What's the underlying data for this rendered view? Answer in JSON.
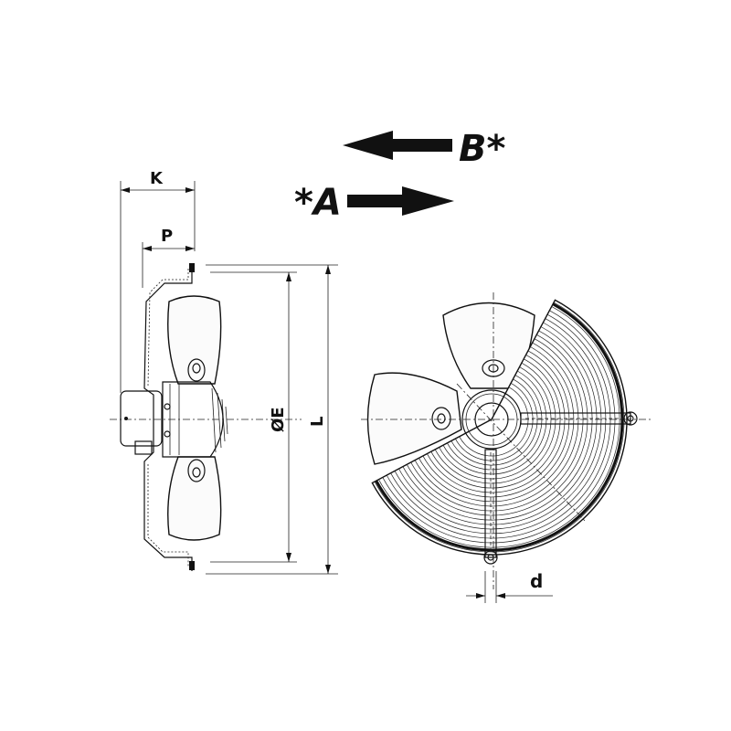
{
  "labels": {
    "k": "K",
    "p": "P",
    "e": "ØE",
    "l": "L",
    "d": "d",
    "a": "*A",
    "b": "B*"
  },
  "colors": {
    "line": "#111111",
    "background": "#ffffff"
  }
}
